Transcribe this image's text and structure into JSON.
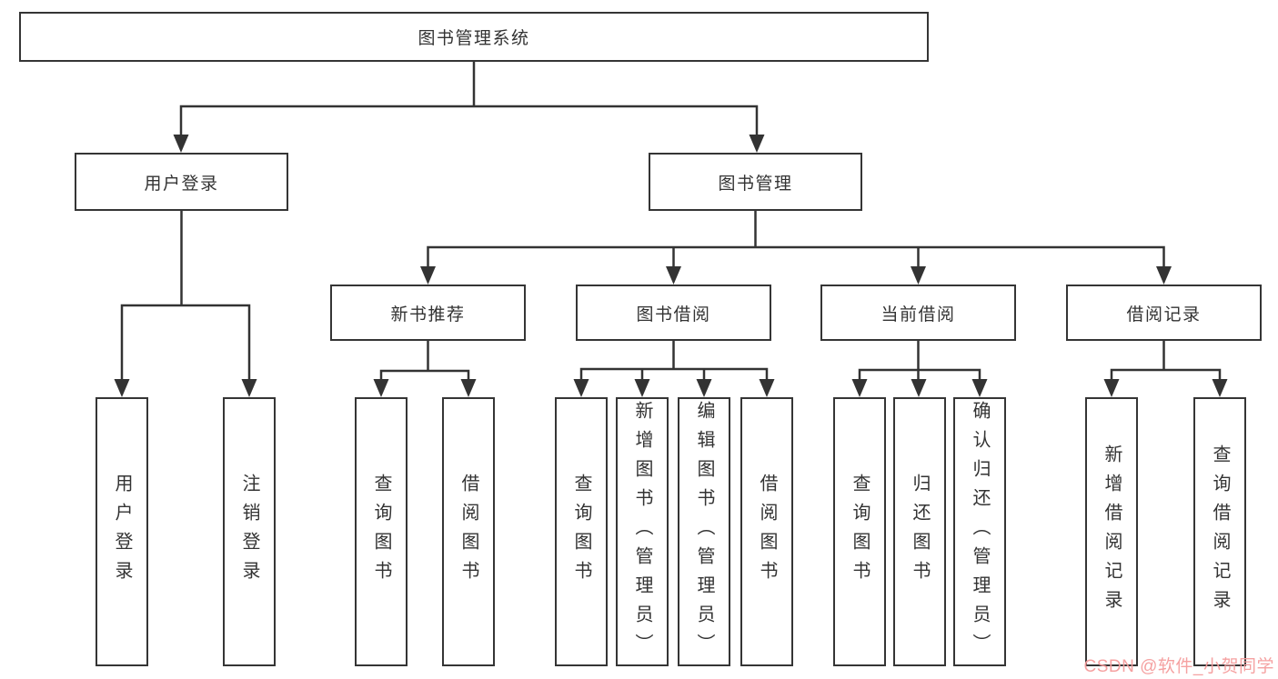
{
  "diagram": {
    "type": "hierarchy",
    "tree": {
      "label": "图书管理系统",
      "children": [
        {
          "label": "用户登录",
          "children": [
            {
              "label": "用户登录"
            },
            {
              "label": "注销登录"
            }
          ]
        },
        {
          "label": "图书管理",
          "children": [
            {
              "label": "新书推荐",
              "children": [
                {
                  "label": "查询图书"
                },
                {
                  "label": "借阅图书"
                }
              ]
            },
            {
              "label": "图书借阅",
              "children": [
                {
                  "label": "查询图书"
                },
                {
                  "label": "新增图书（管理员）"
                },
                {
                  "label": "编辑图书（管理员）"
                },
                {
                  "label": "借阅图书"
                }
              ]
            },
            {
              "label": "当前借阅",
              "children": [
                {
                  "label": "查询图书"
                },
                {
                  "label": "归还图书"
                },
                {
                  "label": "确认归还（管理员）"
                }
              ]
            },
            {
              "label": "借阅记录",
              "children": [
                {
                  "label": "新增借阅记录"
                },
                {
                  "label": "查询借阅记录"
                }
              ]
            }
          ]
        }
      ]
    }
  },
  "watermark": {
    "text": "CSDN @软件_小贺同学",
    "color": "#f59c9c"
  },
  "colors": {
    "line": "#333333",
    "box_border": "#353535",
    "text": "#333333",
    "background": "#ffffff"
  }
}
